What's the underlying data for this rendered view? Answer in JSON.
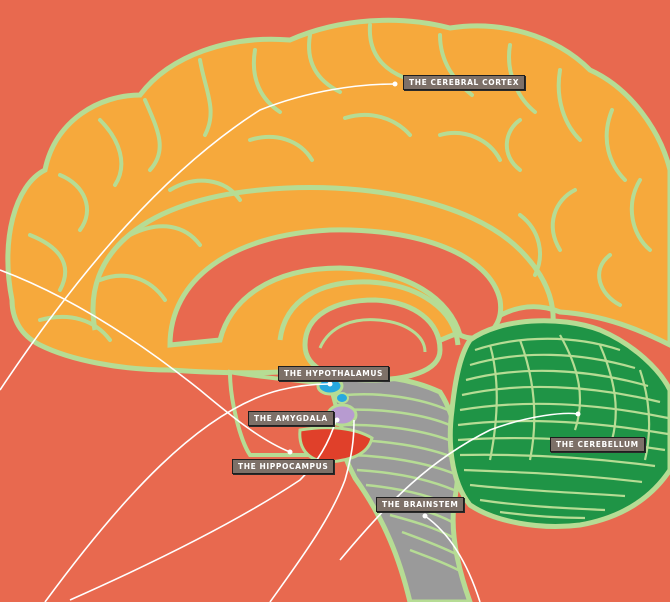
{
  "labels": {
    "cerebral_cortex": "THE CEREBRAL CORTEX",
    "hypothalamus": "THE HYPOTHALAMUS",
    "amygdala": "THE AMYGDALA",
    "hippocampus": "THE HIPPOCAMPUS",
    "cerebellum": "THE CEREBELLUM",
    "brainstem": "THE BRAINSTEM"
  },
  "colors": {
    "background": "#e8694f",
    "cortex": "#f6a93c",
    "outline": "#b6dc94",
    "cerebellum": "#1f9446",
    "brainstem": "#9a9a9a",
    "hypothalamus": "#27a8df",
    "amygdala": "#b79bd0",
    "hippocampus": "#e0402a"
  }
}
